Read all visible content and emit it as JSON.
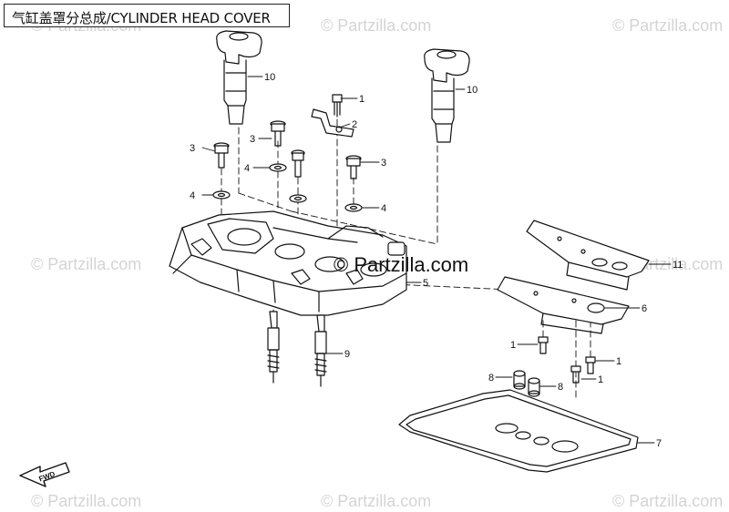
{
  "title": "气缸盖罩分总成/CYLINDER HEAD COVER",
  "watermark": "© Partzilla.com",
  "center_watermark": "© Partzilla.com",
  "forward_label": "FWD",
  "callouts": {
    "c1a": "1",
    "c1b": "1",
    "c1c": "1",
    "c1d": "1",
    "c2": "2",
    "c3a": "3",
    "c3b": "3",
    "c3c": "3",
    "c4a": "4",
    "c4b": "4",
    "c4c": "4",
    "c5": "5",
    "c6": "6",
    "c7": "7",
    "c8a": "8",
    "c8b": "8",
    "c9": "9",
    "c10a": "10",
    "c10b": "10",
    "c11": "11"
  }
}
